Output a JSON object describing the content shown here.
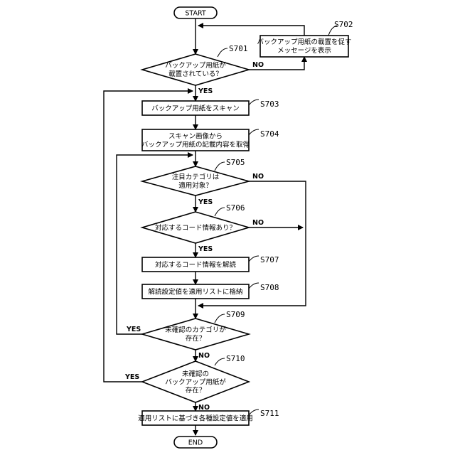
{
  "terminals": {
    "start": "START",
    "end": "END"
  },
  "steps": {
    "s701": {
      "label": "S701",
      "lines": [
        "バックアップ用紙が",
        "載置されている？"
      ]
    },
    "s702": {
      "label": "S702",
      "lines": [
        "バックアップ用紙の載置を促す",
        "メッセージを表示"
      ]
    },
    "s703": {
      "label": "S703",
      "lines": [
        "バックアップ用紙をスキャン"
      ]
    },
    "s704": {
      "label": "S704",
      "lines": [
        "スキャン画像から",
        "バックアップ用紙の記載内容を取得"
      ]
    },
    "s705": {
      "label": "S705",
      "lines": [
        "注目カテゴリは",
        "適用対象？"
      ]
    },
    "s706": {
      "label": "S706",
      "lines": [
        "対応するコード情報あり？"
      ]
    },
    "s707": {
      "label": "S707",
      "lines": [
        "対応するコード情報を解読"
      ]
    },
    "s708": {
      "label": "S708",
      "lines": [
        "解読設定値を適用リストに格納"
      ]
    },
    "s709": {
      "label": "S709",
      "lines": [
        "未確認のカテゴリが",
        "存在？"
      ]
    },
    "s710": {
      "label": "S710",
      "lines": [
        "未確認の",
        "バックアップ用紙が",
        "存在？"
      ]
    },
    "s711": {
      "label": "S711",
      "lines": [
        "適用リストに基づき各種設定値を適用"
      ]
    }
  },
  "branches": {
    "s701_yes": "YES",
    "s701_no": "NO",
    "s705_yes": "YES",
    "s705_no": "NO",
    "s706_yes": "YES",
    "s706_no": "NO",
    "s709_yes": "YES",
    "s709_no": "NO",
    "s710_yes": "YES",
    "s710_no": "NO"
  }
}
